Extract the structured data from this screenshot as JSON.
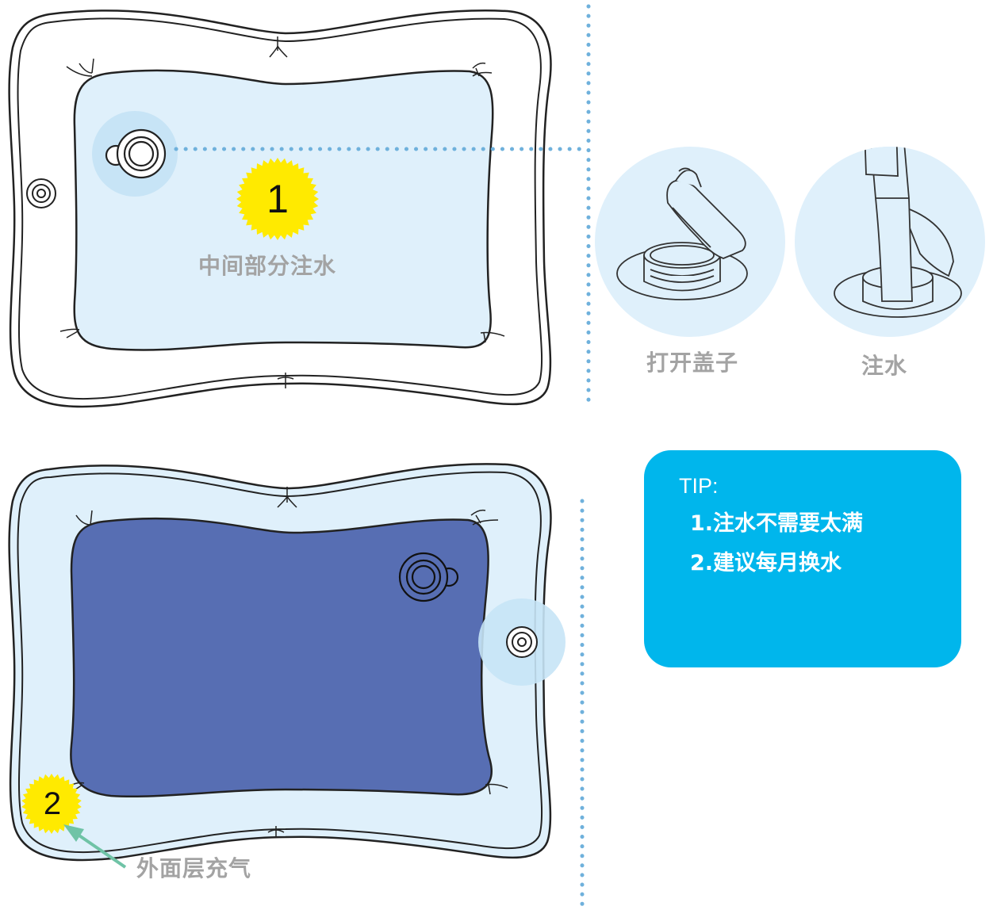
{
  "step1": {
    "number": "1",
    "label": "中间部分注水"
  },
  "step_open": {
    "label": "打开盖子"
  },
  "step_fill": {
    "label": "注水"
  },
  "step2": {
    "number": "2",
    "label": "外面层充气"
  },
  "tip": {
    "title": "TIP:",
    "items": [
      "1.注水不需要太满",
      "2.建议每月换水"
    ]
  },
  "colors": {
    "water_light": "#dff0fb",
    "water_dark": "#576eb3",
    "highlight_circle": "#c7e4f6",
    "burst_yellow": "#ffea00",
    "dot_blue": "#6fb1dc",
    "tip_bg": "#00b6ec",
    "arrow_green": "#6fc3a6",
    "label_gray": "#a3a3a3",
    "outline": "#222222"
  },
  "icons": [
    "water-valve-icon",
    "air-valve-icon",
    "open-cap-icon",
    "water-fill-icon",
    "arrow-icon"
  ]
}
